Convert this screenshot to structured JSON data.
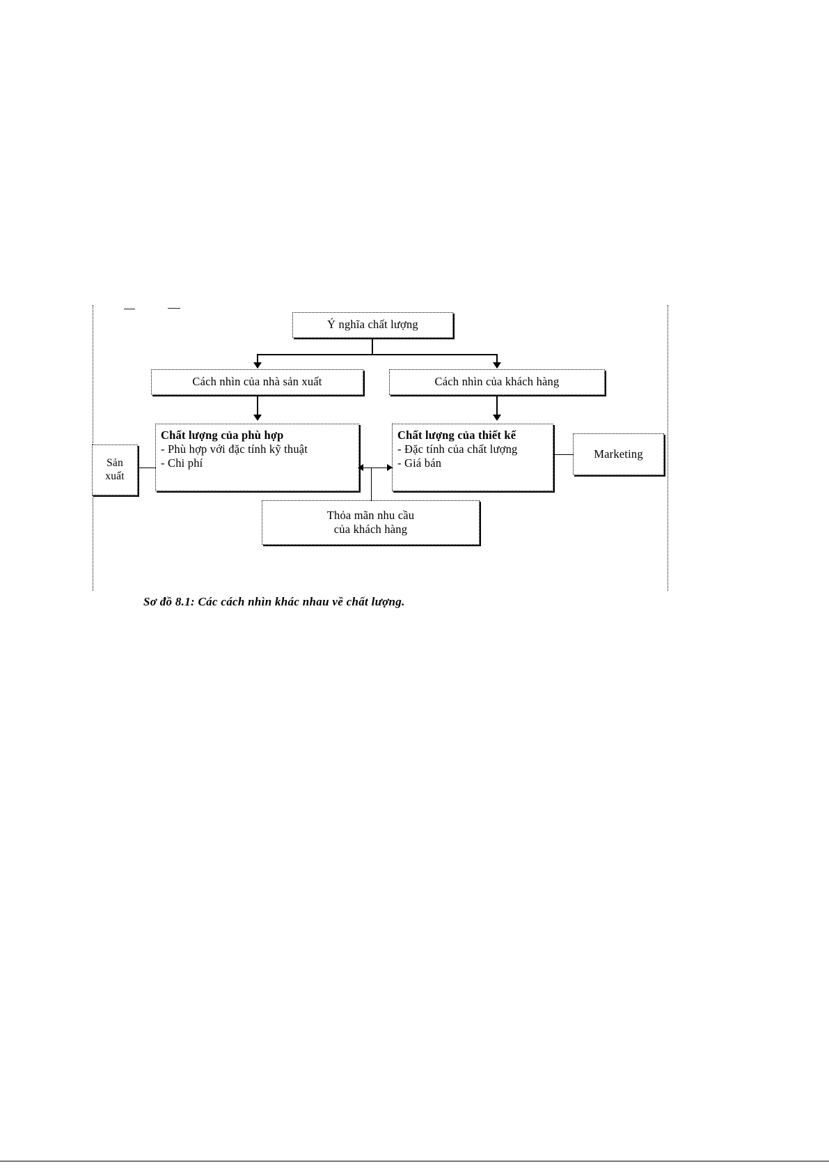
{
  "figure": {
    "caption": "Sơ đồ  8.1: Các cách nhìn khác nhau về chất lượng.",
    "boxes": {
      "meaning": {
        "label": "Ý nghĩa chất  lượng"
      },
      "producer_view": {
        "label": "Cách nhìn của nhà sản xuất"
      },
      "customer_view": {
        "label": "Cách nhìn của khách hàng"
      },
      "conformance_quality": {
        "title": "Chất lượng của phù hợp",
        "items": [
          "- Phù hợp với đặc tính kỹ thuật",
          "- Chi phí"
        ]
      },
      "design_quality": {
        "title": "Chất lượng của thiết kế",
        "items": [
          "- Đặc tính của chất lượng",
          "- Giá bán"
        ]
      },
      "production": {
        "line1": "Sản",
        "line2": "xuất"
      },
      "marketing": {
        "label": "Marketing"
      },
      "satisfaction": {
        "line1": "Thỏa mãn nhu cầu",
        "line2": "của khách hàng"
      }
    },
    "colors": {
      "ink": "#000000",
      "paper": "#ffffff"
    }
  }
}
